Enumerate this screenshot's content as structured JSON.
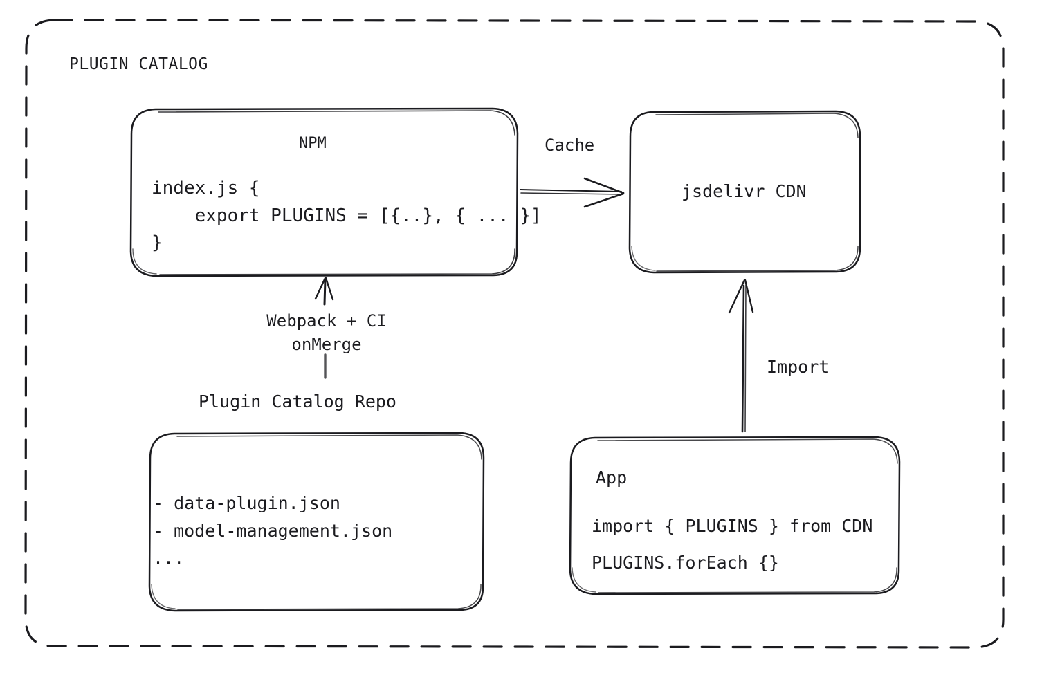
{
  "diagram": {
    "type": "architecture-flow",
    "title": "PLUGIN CATALOG",
    "background": "#ffffff",
    "stroke_color": "#1b1b1f",
    "container": {
      "label": "PLUGIN CATALOG",
      "border_style": "dashed",
      "shape": "rounded-rectangle"
    },
    "nodes": {
      "npm": {
        "title": "NPM",
        "code_lines": [
          "index.js {",
          "    export PLUGINS = [{..}, { ... }]",
          "}"
        ]
      },
      "cdn": {
        "title": "jsdelivr CDN"
      },
      "repo": {
        "caption": "Plugin Catalog Repo",
        "file_lines": [
          "- data-plugin.json",
          "- model-management.json",
          "..."
        ]
      },
      "app": {
        "title": "App",
        "code_lines": [
          "import { PLUGINS } from CDN",
          "PLUGINS.forEach {}"
        ]
      }
    },
    "edges": {
      "npm_to_cdn": {
        "label": "Cache",
        "from": "npm",
        "to": "cdn",
        "direction": "right"
      },
      "repo_to_npm": {
        "label": "Webpack + CI\nonMerge",
        "label_line1": "Webpack + CI",
        "label_line2": "onMerge",
        "from": "repo",
        "to": "npm",
        "direction": "up"
      },
      "app_to_cdn": {
        "label": "Import",
        "from": "app",
        "to": "cdn",
        "direction": "up"
      }
    }
  }
}
